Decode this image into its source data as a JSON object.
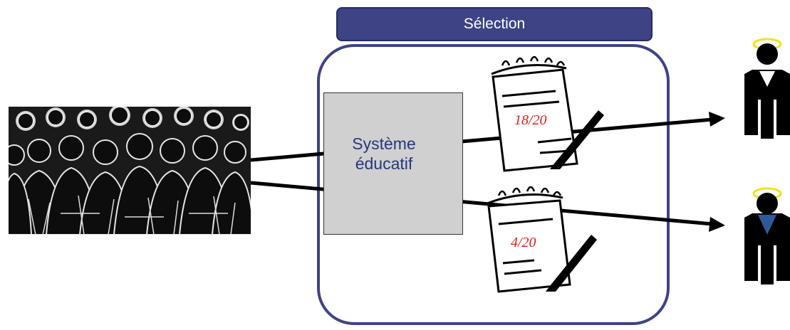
{
  "selection": {
    "title": "Sélection"
  },
  "system_box": {
    "line1": "Système",
    "line2": "éducatif"
  },
  "grades": {
    "high": "18/20",
    "low": "4/20"
  },
  "colors": {
    "frame_blue": "#3d4384",
    "header_blue": "#3d4384",
    "box_gray": "#d0d0d0",
    "label_blue": "#26387a",
    "grade_red": "#e11b1b",
    "halo_yellow": "#f5e11a",
    "tie_blue": "#2f5a9a"
  },
  "icons": {
    "crowd": "crowd-silhouette-icon",
    "notepad": "notepad-pen-icon",
    "graduate": "graduate-figure-icon"
  }
}
